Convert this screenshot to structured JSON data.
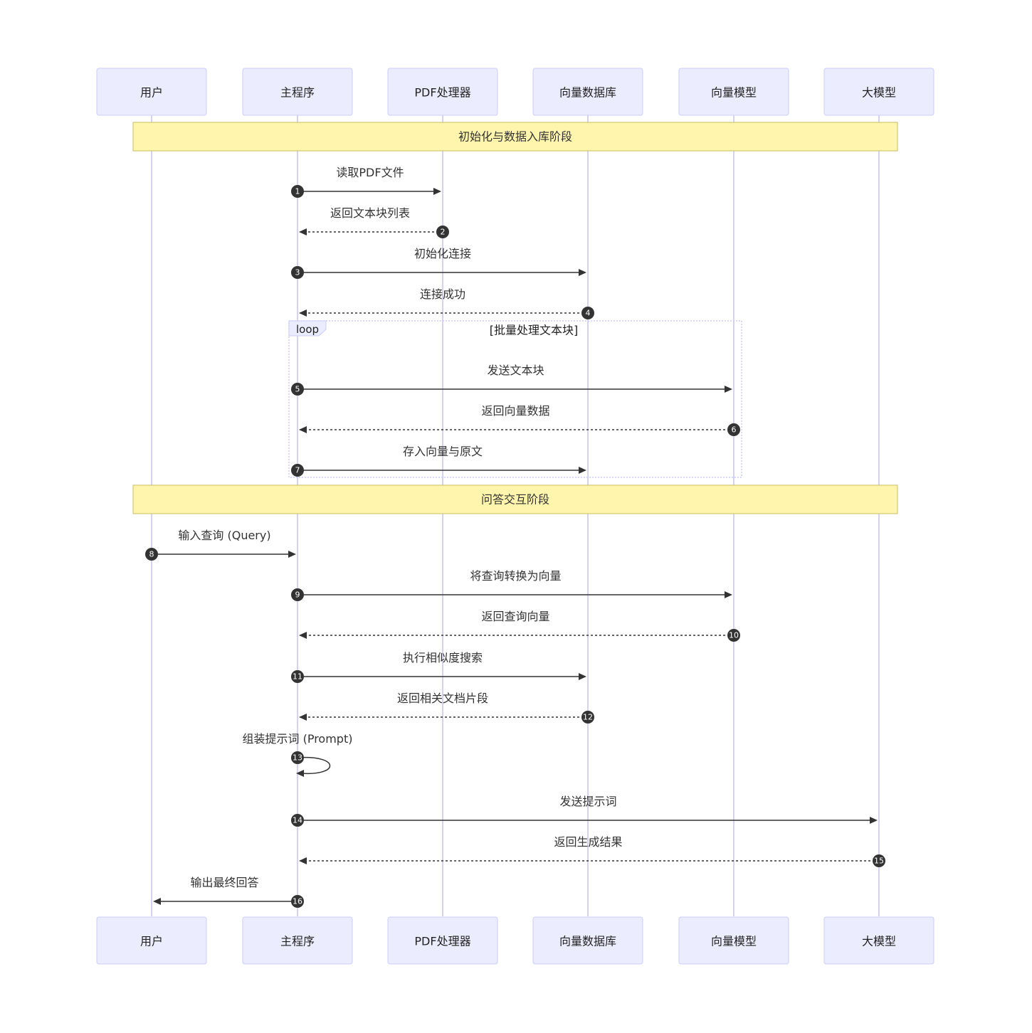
{
  "actors": [
    {
      "id": "user",
      "label": "用户"
    },
    {
      "id": "main",
      "label": "主程序"
    },
    {
      "id": "pdf",
      "label": "PDF处理器"
    },
    {
      "id": "vdb",
      "label": "向量数据库"
    },
    {
      "id": "emb",
      "label": "向量模型"
    },
    {
      "id": "llm",
      "label": "大模型"
    }
  ],
  "notes": [
    {
      "text": "初始化与数据入库阶段"
    },
    {
      "text": "问答交互阶段"
    }
  ],
  "loop": {
    "label": "loop",
    "condition": "[批量处理文本块]"
  },
  "messages": [
    {
      "num": "1",
      "from": "main",
      "to": "pdf",
      "text": "读取PDF文件",
      "dashed": false
    },
    {
      "num": "2",
      "from": "pdf",
      "to": "main",
      "text": "返回文本块列表",
      "dashed": true
    },
    {
      "num": "3",
      "from": "main",
      "to": "vdb",
      "text": "初始化连接",
      "dashed": false
    },
    {
      "num": "4",
      "from": "vdb",
      "to": "main",
      "text": "连接成功",
      "dashed": true
    },
    {
      "num": "5",
      "from": "main",
      "to": "emb",
      "text": "发送文本块",
      "dashed": false
    },
    {
      "num": "6",
      "from": "emb",
      "to": "main",
      "text": "返回向量数据",
      "dashed": true
    },
    {
      "num": "7",
      "from": "main",
      "to": "vdb",
      "text": "存入向量与原文",
      "dashed": false
    },
    {
      "num": "8",
      "from": "user",
      "to": "main",
      "text": "输入查询 (Query)",
      "dashed": false
    },
    {
      "num": "9",
      "from": "main",
      "to": "emb",
      "text": "将查询转换为向量",
      "dashed": false
    },
    {
      "num": "10",
      "from": "emb",
      "to": "main",
      "text": "返回查询向量",
      "dashed": true
    },
    {
      "num": "11",
      "from": "main",
      "to": "vdb",
      "text": "执行相似度搜索",
      "dashed": false
    },
    {
      "num": "12",
      "from": "vdb",
      "to": "main",
      "text": "返回相关文档片段",
      "dashed": true
    },
    {
      "num": "13",
      "from": "main",
      "to": "main",
      "text": "组装提示词 (Prompt)",
      "dashed": false
    },
    {
      "num": "14",
      "from": "main",
      "to": "llm",
      "text": "发送提示词",
      "dashed": false
    },
    {
      "num": "15",
      "from": "llm",
      "to": "main",
      "text": "返回生成结果",
      "dashed": true
    },
    {
      "num": "16",
      "from": "main",
      "to": "user",
      "text": "输出最终回答",
      "dashed": false
    }
  ]
}
